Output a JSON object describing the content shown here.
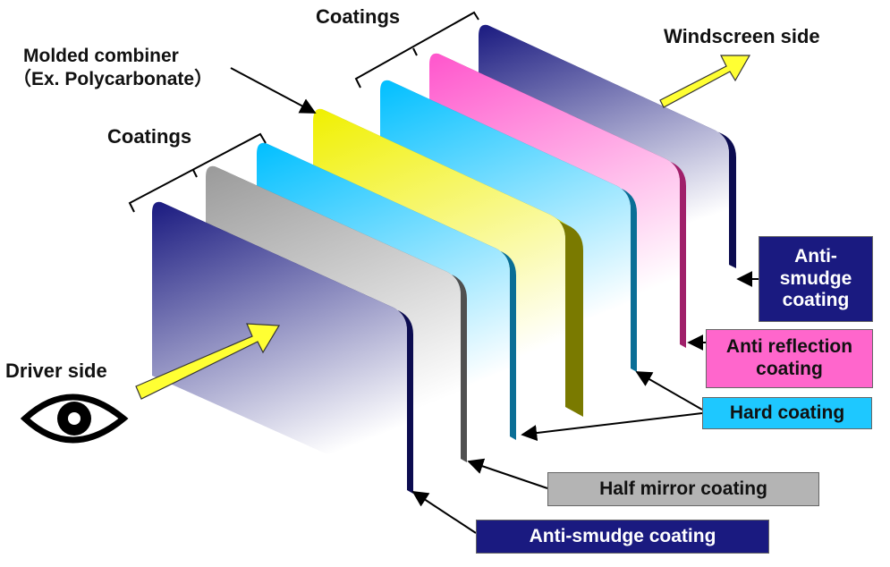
{
  "labels": {
    "coatings_top": "Coatings",
    "coatings_left": "Coatings",
    "molded_combiner_line1": "Molded combiner",
    "molded_combiner_line2": "（Ex. Polycarbonate）",
    "windscreen_side": "Windscreen side",
    "driver_side": "Driver side"
  },
  "callouts": {
    "anti_smudge_back": [
      "Anti-",
      "smudge",
      "coating"
    ],
    "anti_reflection": [
      "Anti reflection",
      "coating"
    ],
    "hard_coating": "Hard coating",
    "half_mirror": "Half mirror coating",
    "anti_smudge_front": "Anti-smudge coating"
  },
  "colors": {
    "anti_smudge": "#1a1a80",
    "anti_reflection": "#ff66cc",
    "hard": "#1ec8ff",
    "half_mirror": "#b4b4b4",
    "combiner": "#e6e600",
    "arrow": "#ffff33"
  },
  "icons": {
    "eye": "eye-icon"
  }
}
